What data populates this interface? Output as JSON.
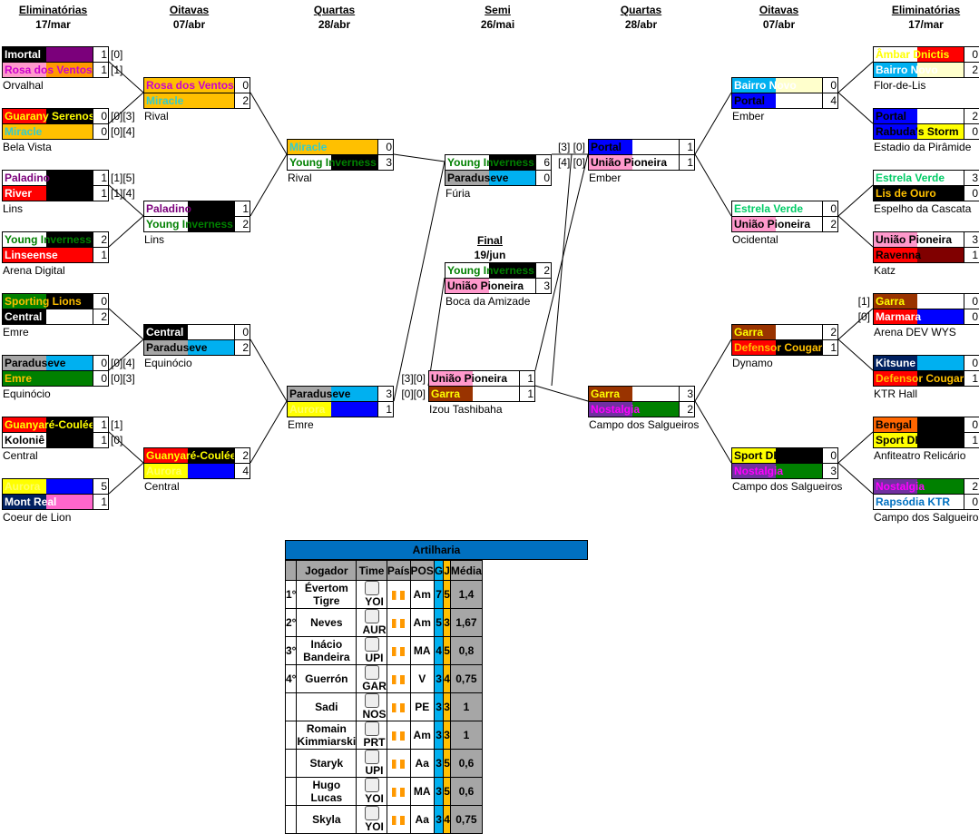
{
  "rounds": [
    {
      "name": "Eliminatórias",
      "date": "17/mar"
    },
    {
      "name": "Oitavas",
      "date": "07/abr"
    },
    {
      "name": "Quartas",
      "date": "28/abr"
    },
    {
      "name": "Semi",
      "date": "26/mai"
    },
    {
      "name": "Quartas",
      "date": "28/abr"
    },
    {
      "name": "Oitavas",
      "date": "07/abr"
    },
    {
      "name": "Eliminatórias",
      "date": "17/mar"
    }
  ],
  "final": {
    "name": "Final",
    "date": "19/jun"
  },
  "matches": [
    {
      "venue": "Orvalhal",
      "teams": [
        {
          "name": "Imortal",
          "score": "1",
          "extra": "[0]",
          "bg": [
            "#000000",
            "#7b007b"
          ],
          "fg": "#ffffff"
        },
        {
          "name": "Rosa dos Ventos",
          "score": "1",
          "extra": "[1]",
          "bg": [
            "#ff99cc",
            "#ff9900"
          ],
          "fg": "#cc00cc"
        }
      ]
    },
    {
      "venue": "Bela Vista",
      "teams": [
        {
          "name": "Guarany Serenos",
          "score": "0",
          "extra": "[0][3]",
          "bg": [
            "#ff0000",
            "#000000"
          ],
          "fg": "#ffff00"
        },
        {
          "name": "Miracle",
          "score": "0",
          "extra": "[0][4]",
          "bg": [
            "#ffc000",
            "#ffc000"
          ],
          "fg": "#33cccc"
        }
      ]
    },
    {
      "venue": "Lins",
      "teams": [
        {
          "name": "Paladino",
          "score": "1",
          "extra": "[1][5]",
          "bg": [
            "#ffffff",
            "#000000"
          ],
          "fg": "#7b007b"
        },
        {
          "name": "River",
          "score": "1",
          "extra": "[1][4]",
          "bg": [
            "#ff0000",
            "#000000"
          ],
          "fg": "#ffffff"
        }
      ]
    },
    {
      "venue": "Arena Digital",
      "teams": [
        {
          "name": "Young Inverness",
          "score": "2",
          "extra": "",
          "bg": [
            "#ffffff",
            "#000000"
          ],
          "fg": "#008000"
        },
        {
          "name": "Linseense",
          "score": "1",
          "extra": "",
          "bg": [
            "#ff0000",
            "#ff0000"
          ],
          "fg": "#ffffff"
        }
      ]
    },
    {
      "venue": "Emre",
      "teams": [
        {
          "name": "Sporting Lions",
          "score": "0",
          "extra": "",
          "bg": [
            "#008000",
            "#000000"
          ],
          "fg": "#ffc000"
        },
        {
          "name": "Central",
          "score": "2",
          "extra": "",
          "bg": [
            "#000000",
            "#ffffff"
          ],
          "fg": "#ffffff"
        }
      ]
    },
    {
      "venue": "Equinócio",
      "teams": [
        {
          "name": "Paraduseve",
          "score": "0",
          "extra": "[0][4]",
          "bg": [
            "#a6a6a6",
            "#00b0f0"
          ],
          "fg": "#000000"
        },
        {
          "name": "Emre",
          "score": "0",
          "extra": "[0][3]",
          "bg": [
            "#008000",
            "#008000"
          ],
          "fg": "#ffc000"
        }
      ]
    },
    {
      "venue": "Central",
      "teams": [
        {
          "name": "Guanyaré-Coulée",
          "score": "1",
          "extra": "[1]",
          "bg": [
            "#ff0000",
            "#000000"
          ],
          "fg": "#ffff00"
        },
        {
          "name": "Koloniê",
          "score": "1",
          "extra": "[0]",
          "bg": [
            "#ffffff",
            "#000000"
          ],
          "fg": "#000000"
        }
      ]
    },
    {
      "venue": "Coeur de Lion",
      "teams": [
        {
          "name": "Aurora",
          "score": "5",
          "extra": "",
          "bg": [
            "#ffff00",
            "#0000ff"
          ],
          "fg": "#ffff66"
        },
        {
          "name": "Mont Real",
          "score": "1",
          "extra": "",
          "bg": [
            "#002060",
            "#ff66cc"
          ],
          "fg": "#ffffff"
        }
      ]
    },
    {
      "venue": "Rival",
      "teams": [
        {
          "name": "Rosa dos Ventos",
          "score": "0",
          "extra": "",
          "bg": [
            "#ffc000",
            "#ffc000"
          ],
          "fg": "#cc00cc"
        },
        {
          "name": "Miracle",
          "score": "2",
          "extra": "",
          "bg": [
            "#ffc000",
            "#ffc000"
          ],
          "fg": "#33cccc"
        }
      ]
    },
    {
      "venue": "Lins",
      "teams": [
        {
          "name": "Paladino",
          "score": "1",
          "extra": "",
          "bg": [
            "#ffffff",
            "#000000"
          ],
          "fg": "#7b007b"
        },
        {
          "name": "Young Inverness",
          "score": "2",
          "extra": "",
          "bg": [
            "#ffffff",
            "#000000"
          ],
          "fg": "#008000"
        }
      ]
    },
    {
      "venue": "Equinócio",
      "teams": [
        {
          "name": "Central",
          "score": "0",
          "extra": "",
          "bg": [
            "#000000",
            "#ffffff"
          ],
          "fg": "#ffffff"
        },
        {
          "name": "Paraduseve",
          "score": "2",
          "extra": "",
          "bg": [
            "#a6a6a6",
            "#00b0f0"
          ],
          "fg": "#000000"
        }
      ]
    },
    {
      "venue": "Central",
      "teams": [
        {
          "name": "Guanyaré-Coulée",
          "score": "2",
          "extra": "",
          "bg": [
            "#ff0000",
            "#000000"
          ],
          "fg": "#ffff00"
        },
        {
          "name": "Aurora",
          "score": "4",
          "extra": "",
          "bg": [
            "#ffff00",
            "#0000ff"
          ],
          "fg": "#ffff66"
        }
      ]
    },
    {
      "venue": "Rival",
      "teams": [
        {
          "name": "Miracle",
          "score": "0",
          "extra": "",
          "bg": [
            "#ffc000",
            "#ffc000"
          ],
          "fg": "#33cccc"
        },
        {
          "name": "Young Inverness",
          "score": "3",
          "extra": "",
          "bg": [
            "#ffffff",
            "#000000"
          ],
          "fg": "#008000"
        }
      ]
    },
    {
      "venue": "Emre",
      "teams": [
        {
          "name": "Paraduseve",
          "score": "3",
          "extra": "",
          "bg": [
            "#a6a6a6",
            "#00b0f0"
          ],
          "fg": "#000000"
        },
        {
          "name": "Aurora",
          "score": "1",
          "extra": "",
          "bg": [
            "#ffff00",
            "#0000ff"
          ],
          "fg": "#ffff66"
        }
      ]
    },
    {
      "venue": "Fúria",
      "teams": [
        {
          "name": "Young Inverness",
          "score": "6",
          "extra": "",
          "bg": [
            "#ffffff",
            "#000000"
          ],
          "fg": "#008000"
        },
        {
          "name": "Paraduseve",
          "score": "0",
          "extra": "",
          "bg": [
            "#a6a6a6",
            "#00b0f0"
          ],
          "fg": "#000000"
        }
      ]
    },
    {
      "venue": "Boca da Amizade",
      "teams": [
        {
          "name": "Young Inverness",
          "score": "2",
          "extra": "",
          "bg": [
            "#ffffff",
            "#000000"
          ],
          "fg": "#008000"
        },
        {
          "name": "União Pioneira",
          "score": "3",
          "extra": "",
          "bg": [
            "#ff99cc",
            "#ffffff"
          ],
          "fg": "#000000"
        }
      ]
    },
    {
      "venue": "Izou Tashibaha",
      "teams": [
        {
          "name": "União Pioneira",
          "score": "1",
          "extra": "[3][0]",
          "bg": [
            "#ff99cc",
            "#ffffff"
          ],
          "fg": "#000000"
        },
        {
          "name": "Garra",
          "score": "1",
          "extra": "[0][0]",
          "bg": [
            "#993300",
            "#ffffff"
          ],
          "fg": "#ffff00"
        }
      ]
    },
    {
      "venue": "Ember",
      "teams": [
        {
          "name": "Portal",
          "score": "1",
          "extra": "[3] [0]",
          "bg": [
            "#0000ff",
            "#ffffff"
          ],
          "fg": "#000000"
        },
        {
          "name": "União Pioneira",
          "score": "1",
          "extra": "[4] [0]",
          "bg": [
            "#ff99cc",
            "#ffffff"
          ],
          "fg": "#000000"
        }
      ]
    },
    {
      "venue": "Campo dos Salgueiros",
      "teams": [
        {
          "name": "Garra",
          "score": "3",
          "extra": "",
          "bg": [
            "#993300",
            "#ffffff"
          ],
          "fg": "#ffff00"
        },
        {
          "name": "Nostalgia",
          "score": "2",
          "extra": "",
          "bg": [
            "#7030a0",
            "#008000"
          ],
          "fg": "#ff00ff"
        }
      ]
    },
    {
      "venue": "Ember",
      "teams": [
        {
          "name": "Bairro Novo",
          "score": "0",
          "extra": "",
          "bg": [
            "#00b0f0",
            "#ffffcc"
          ],
          "fg": "#ffffff"
        },
        {
          "name": "Portal",
          "score": "4",
          "extra": "",
          "bg": [
            "#0000ff",
            "#ffffff"
          ],
          "fg": "#000000"
        }
      ]
    },
    {
      "venue": "Ocidental",
      "teams": [
        {
          "name": "Estrela Verde",
          "score": "0",
          "extra": "",
          "bg": [
            "#ffffff",
            "#ffffff"
          ],
          "fg": "#00cc66"
        },
        {
          "name": "União Pioneira",
          "score": "2",
          "extra": "",
          "bg": [
            "#ff99cc",
            "#ffffff"
          ],
          "fg": "#000000"
        }
      ]
    },
    {
      "venue": "Dynamo",
      "teams": [
        {
          "name": "Garra",
          "score": "2",
          "extra": "",
          "bg": [
            "#993300",
            "#ffffff"
          ],
          "fg": "#ffff00"
        },
        {
          "name": "Defensor Cougar",
          "score": "1",
          "extra": "",
          "bg": [
            "#ff0000",
            "#000000"
          ],
          "fg": "#ffc000"
        }
      ]
    },
    {
      "venue": "Campo dos Salgueiros",
      "teams": [
        {
          "name": "Sport DEV WYS",
          "score": "0",
          "extra": "",
          "bg": [
            "#ffff00",
            "#000000"
          ],
          "fg": "#000000"
        },
        {
          "name": "Nostalgia",
          "score": "3",
          "extra": "",
          "bg": [
            "#7030a0",
            "#008000"
          ],
          "fg": "#ff00ff"
        }
      ]
    },
    {
      "venue": "Flor-de-Lis",
      "teams": [
        {
          "name": "Âmbar Dnictis",
          "score": "0",
          "extra": "",
          "bg": [
            "#ffffff",
            "#ff0000"
          ],
          "fg": "#ffff00"
        },
        {
          "name": "Bairro Novo",
          "score": "2",
          "extra": "",
          "bg": [
            "#00b0f0",
            "#ffffcc"
          ],
          "fg": "#ffffff"
        }
      ]
    },
    {
      "venue": "Estadio da Pirâmide",
      "teams": [
        {
          "name": "Portal",
          "score": "2",
          "extra": "",
          "bg": [
            "#0000ff",
            "#ffffff"
          ],
          "fg": "#000000"
        },
        {
          "name": "Rabuda's Storm",
          "score": "0",
          "extra": "",
          "bg": [
            "#0000ff",
            "#ffff00"
          ],
          "fg": "#000000"
        }
      ]
    },
    {
      "venue": "Espelho da Cascata",
      "teams": [
        {
          "name": "Estrela Verde",
          "score": "3",
          "extra": "",
          "bg": [
            "#ffffff",
            "#ffffff"
          ],
          "fg": "#00cc66"
        },
        {
          "name": "Lis de Ouro",
          "score": "0",
          "extra": "",
          "bg": [
            "#000000",
            "#000000"
          ],
          "fg": "#ffc000"
        }
      ]
    },
    {
      "venue": "Katz",
      "teams": [
        {
          "name": "União Pioneira",
          "score": "3",
          "extra": "",
          "bg": [
            "#ff99cc",
            "#ffffff"
          ],
          "fg": "#000000"
        },
        {
          "name": "Ravenna",
          "score": "1",
          "extra": "",
          "bg": [
            "#ff0000",
            "#800000"
          ],
          "fg": "#000000"
        }
      ]
    },
    {
      "venue": "Arena DEV WYS",
      "teams": [
        {
          "name": "Garra",
          "score": "0",
          "extra": "[1]",
          "bg": [
            "#993300",
            "#ffffff"
          ],
          "fg": "#ffff00"
        },
        {
          "name": "Marmara",
          "score": "0",
          "extra": "[0]",
          "bg": [
            "#ff0000",
            "#0000ff"
          ],
          "fg": "#ffffff"
        }
      ]
    },
    {
      "venue": "KTR Hall",
      "teams": [
        {
          "name": "Kitsune",
          "score": "0",
          "extra": "",
          "bg": [
            "#002060",
            "#00b0f0"
          ],
          "fg": "#ffffff"
        },
        {
          "name": "Defensor Cougar",
          "score": "1",
          "extra": "",
          "bg": [
            "#ff0000",
            "#000000"
          ],
          "fg": "#ffc000"
        }
      ]
    },
    {
      "venue": "Anfiteatro Relicário",
      "teams": [
        {
          "name": "Bengal",
          "score": "0",
          "extra": "",
          "bg": [
            "#ff6600",
            "#000000"
          ],
          "fg": "#000000"
        },
        {
          "name": "Sport DEV WYS",
          "score": "1",
          "extra": "",
          "bg": [
            "#ffff00",
            "#000000"
          ],
          "fg": "#000000"
        }
      ]
    },
    {
      "venue": "Campo dos Salgueiros",
      "teams": [
        {
          "name": "Nostalgia",
          "score": "2",
          "extra": "",
          "bg": [
            "#7030a0",
            "#008000"
          ],
          "fg": "#ff00ff"
        },
        {
          "name": "Rapsódia KTR",
          "score": "0",
          "extra": "",
          "bg": [
            "#ffffff",
            "#ffffff"
          ],
          "fg": "#0070c0"
        }
      ]
    }
  ],
  "scorers": {
    "title": "Artilharia",
    "headers": [
      "Jogador",
      "Time",
      "País",
      "POS",
      "G",
      "J",
      "Média"
    ],
    "rows": [
      {
        "rank": "1°",
        "player": "Évertom Tigre",
        "team": "YOI",
        "pos": "Am",
        "g": "7",
        "j": "5",
        "avg": "1,4"
      },
      {
        "rank": "2°",
        "player": "Neves",
        "team": "AUR",
        "pos": "Am",
        "g": "5",
        "j": "3",
        "avg": "1,67"
      },
      {
        "rank": "3°",
        "player": "Inácio Bandeira",
        "team": "UPI",
        "pos": "MA",
        "g": "4",
        "j": "5",
        "avg": "0,8"
      },
      {
        "rank": "4°",
        "player": "Guerrón",
        "team": "GAR",
        "pos": "V",
        "g": "3",
        "j": "4",
        "avg": "0,75"
      },
      {
        "rank": "",
        "player": "Sadi",
        "team": "NOS",
        "pos": "PE",
        "g": "3",
        "j": "3",
        "avg": "1"
      },
      {
        "rank": "",
        "player": "Romain Kimmiarski",
        "team": "PRT",
        "pos": "Am",
        "g": "3",
        "j": "3",
        "avg": "1"
      },
      {
        "rank": "",
        "player": "Staryk",
        "team": "UPI",
        "pos": "Aa",
        "g": "3",
        "j": "5",
        "avg": "0,6"
      },
      {
        "rank": "",
        "player": "Hugo Lucas",
        "team": "YOI",
        "pos": "MA",
        "g": "3",
        "j": "5",
        "avg": "0,6"
      },
      {
        "rank": "",
        "player": "Skyla",
        "team": "YOI",
        "pos": "Aa",
        "g": "3",
        "j": "4",
        "avg": "0,75"
      }
    ],
    "colors": {
      "header": "#0070c0",
      "goals": "#00b0f0",
      "games": "#ffc000",
      "avg": "#a6a6a6"
    }
  }
}
